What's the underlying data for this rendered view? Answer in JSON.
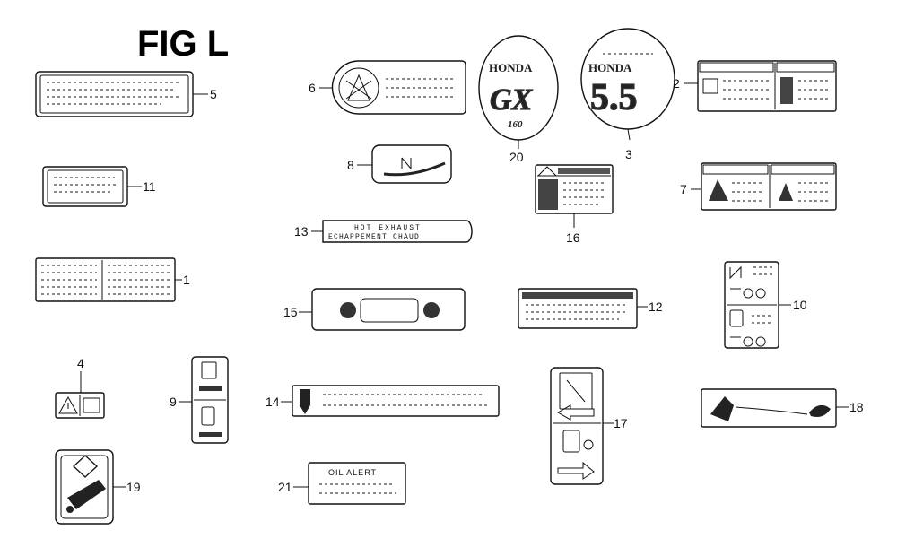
{
  "figure": {
    "title": "FIG L",
    "callouts": {
      "c1": "1",
      "c2": "2",
      "c3": "3",
      "c4": "4",
      "c5": "5",
      "c6": "6",
      "c7": "7",
      "c8": "8",
      "c9": "9",
      "c10": "10",
      "c11": "11",
      "c12": "12",
      "c13": "13",
      "c14": "14",
      "c15": "15",
      "c16": "16",
      "c17": "17",
      "c18": "18",
      "c19": "19",
      "c20": "20",
      "c21": "21"
    },
    "label_text": {
      "exhaust_line1": "HOT EXHAUST",
      "exhaust_line2": "ECHAPPEMENT CHAUD",
      "oil_alert": "OIL ALERT",
      "brand": "HONDA",
      "model_gx": "GX",
      "model_sub": "160",
      "model_55": "5.5"
    }
  }
}
